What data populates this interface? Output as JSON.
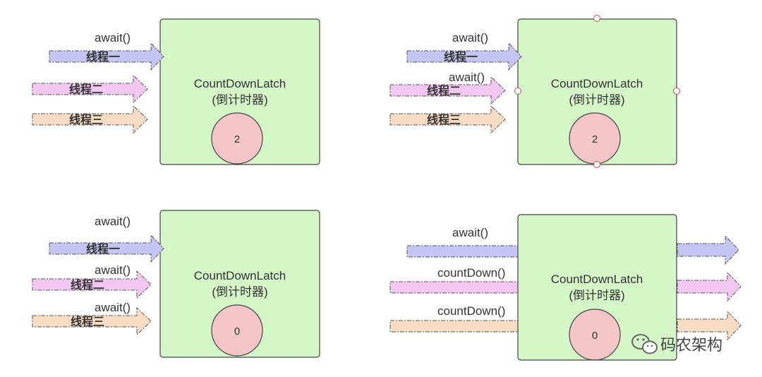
{
  "colors": {
    "latch_fill": "#d5f7c8",
    "latch_stroke": "#444444",
    "counter_fill": "#f4c6c6",
    "thread1": "#c6c4f4",
    "thread2": "#f2c8f2",
    "thread3": "#f8dcc4"
  },
  "latch": {
    "title": "CountDownLatch",
    "subtitle": "(倒计时器)"
  },
  "labels": {
    "await": "await()",
    "countdown": "countDown()"
  },
  "threads": [
    "线程一",
    "线程二",
    "线程三"
  ],
  "panels": [
    {
      "id": "top-left",
      "counter": "2"
    },
    {
      "id": "top-right",
      "counter": "2"
    },
    {
      "id": "bottom-left",
      "counter": "0"
    },
    {
      "id": "bottom-right",
      "counter": "0"
    }
  ],
  "watermark": {
    "icon": "wechat-icon",
    "text": "码农架构"
  }
}
